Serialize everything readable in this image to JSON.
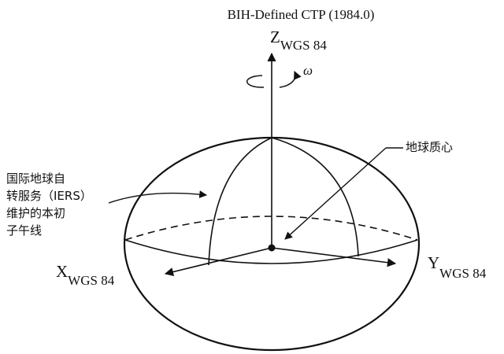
{
  "title": "BIH-Defined CTP (1984.0)",
  "axes": {
    "z": {
      "letter": "Z",
      "subscript": "WGS 84"
    },
    "x": {
      "letter": "X",
      "subscript": "WGS 84"
    },
    "y": {
      "letter": "Y",
      "subscript": "WGS 84"
    }
  },
  "omega": "ω",
  "labels": {
    "geocenter": "地球质心",
    "meridian_lines": [
      "国际地球自",
      "转服务（IERS）",
      "维护的本初",
      "子午线"
    ]
  },
  "colors": {
    "ink": "#111111",
    "background": "#ffffff"
  }
}
